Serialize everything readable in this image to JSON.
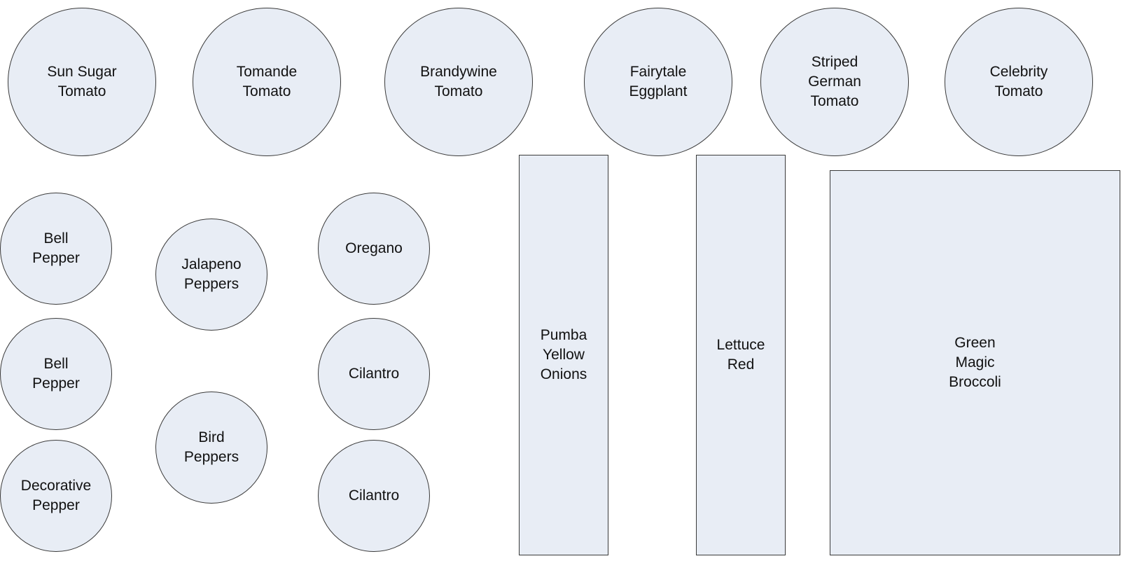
{
  "diagram": {
    "fill_color": "#e8edf5",
    "stroke_color": "#3a3a3a",
    "text_color": "#111111",
    "top_row": [
      {
        "label": "Sun Sugar\nTomato"
      },
      {
        "label": "Tomande\nTomato"
      },
      {
        "label": "Brandywine\nTomato"
      },
      {
        "label": "Fairytale\nEggplant"
      },
      {
        "label": "Striped\nGerman\nTomato"
      },
      {
        "label": "Celebrity\nTomato"
      }
    ],
    "left_column": [
      {
        "label": "Bell\nPepper"
      },
      {
        "label": "Bell\nPepper"
      },
      {
        "label": "Decorative\nPepper"
      }
    ],
    "middle_column": [
      {
        "label": "Jalapeno\nPeppers"
      },
      {
        "label": "Bird\nPeppers"
      }
    ],
    "herb_column": [
      {
        "label": "Oregano"
      },
      {
        "label": "Cilantro"
      },
      {
        "label": "Cilantro"
      }
    ],
    "beds": [
      {
        "label": "Pumba\nYellow\nOnions"
      },
      {
        "label": "Lettuce\nRed"
      },
      {
        "label": "Green\nMagic\nBroccoli"
      }
    ]
  }
}
